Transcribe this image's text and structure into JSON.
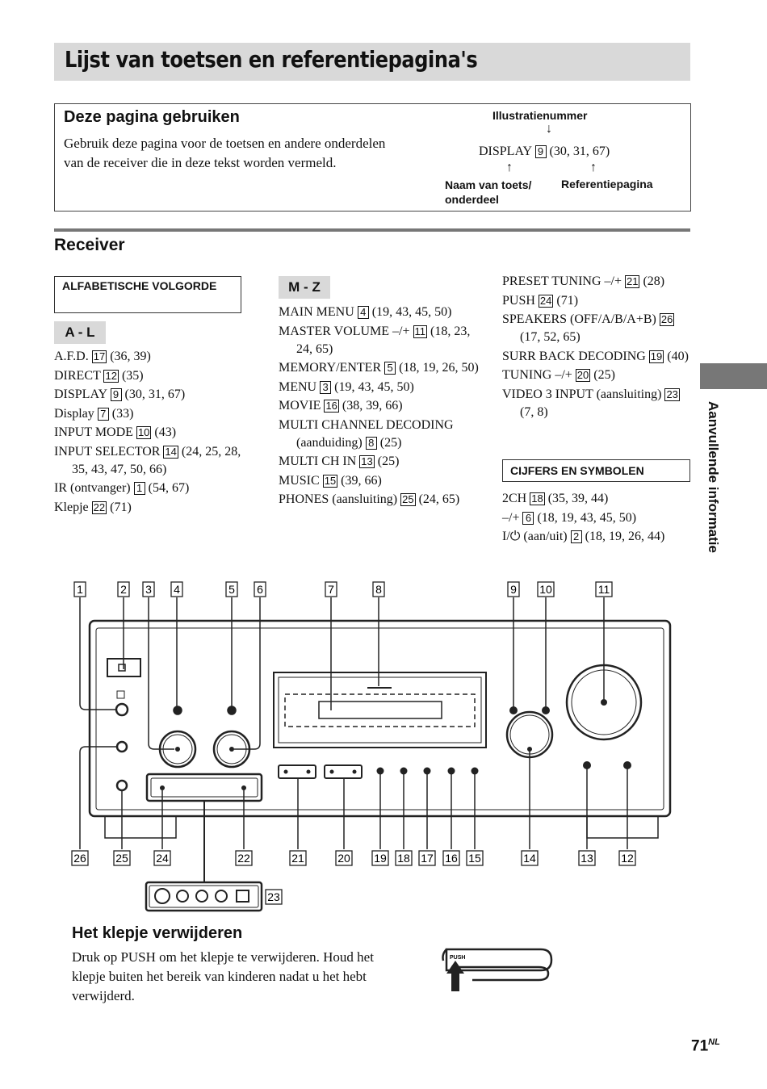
{
  "page_title": "Lijst van toetsen en referentiepagina's",
  "usage": {
    "heading": "Deze pagina gebruiken",
    "text": "Gebruik deze pagina voor de toetsen en andere onderdelen van de receiver die in deze tekst worden vermeld.",
    "illustration_number_label": "Illustratienummer",
    "example_name": "DISPLAY",
    "example_num": "9",
    "example_pages": "(30, 31, 67)",
    "key_name_label_line1": "Naam van toets/",
    "key_name_label_line2": "onderdeel",
    "reference_page_label": "Referentiepagina"
  },
  "section_title": "Receiver",
  "alpha_label": "ALFABETISCHE VOLGORDE",
  "col1": {
    "label": "A - L",
    "entries": [
      {
        "name": "A.F.D.",
        "num": "17",
        "pages": "(36, 39)"
      },
      {
        "name": "DIRECT",
        "num": "12",
        "pages": "(35)"
      },
      {
        "name": "DISPLAY",
        "num": "9",
        "pages": "(30, 31, 67)"
      },
      {
        "name": "Display",
        "num": "7",
        "pages": "(33)"
      },
      {
        "name": "INPUT MODE",
        "num": "10",
        "pages": "(43)"
      },
      {
        "name": "INPUT SELECTOR",
        "num": "14",
        "pages": "(24, 25, 28, 35, 43, 47, 50, 66)"
      },
      {
        "name": "IR (ontvanger)",
        "num": "1",
        "pages": "(54, 67)"
      },
      {
        "name": "Klepje",
        "num": "22",
        "pages": "(71)"
      }
    ]
  },
  "col2": {
    "label": "M - Z",
    "entries": [
      {
        "name": "MAIN MENU",
        "num": "4",
        "pages": "(19, 43, 45, 50)"
      },
      {
        "name": "MASTER VOLUME –/+",
        "num": "11",
        "pages": "(18, 23, 24, 65)"
      },
      {
        "name": "MEMORY/ENTER",
        "num": "5",
        "pages": "(18, 19, 26, 50)"
      },
      {
        "name": "MENU",
        "num": "3",
        "pages": "(19, 43, 45, 50)"
      },
      {
        "name": "MOVIE",
        "num": "16",
        "pages": "(38, 39, 66)"
      },
      {
        "name": "MULTI CHANNEL DECODING (aanduiding)",
        "num": "8",
        "pages": "(25)"
      },
      {
        "name": "MULTI CH IN",
        "num": "13",
        "pages": "(25)"
      },
      {
        "name": "MUSIC",
        "num": "15",
        "pages": "(39, 66)"
      },
      {
        "name": "PHONES (aansluiting)",
        "num": "25",
        "pages": "(24, 65)"
      }
    ]
  },
  "col3": {
    "entries": [
      {
        "name": "PRESET TUNING –/+",
        "num": "21",
        "pages": "(28)"
      },
      {
        "name": "PUSH",
        "num": "24",
        "pages": "(71)"
      },
      {
        "name": "SPEAKERS (OFF/A/B/A+B)",
        "num": "26",
        "pages": "(17, 52, 65)"
      },
      {
        "name": "SURR BACK DECODING",
        "num": "19",
        "pages": "(40)"
      },
      {
        "name": "TUNING –/+",
        "num": "20",
        "pages": "(25)"
      },
      {
        "name": "VIDEO 3 INPUT (aansluiting)",
        "num": "23",
        "pages": "(7, 8)"
      }
    ],
    "symbols_label": "CIJFERS EN SYMBOLEN",
    "symbol_entries": [
      {
        "name": "2CH",
        "num": "18",
        "pages": "(35, 39, 44)"
      },
      {
        "name": "–/+",
        "num": "6",
        "pages": "(18, 19, 43, 45, 50)"
      },
      {
        "name": "I/⏻ (aan/uit)",
        "num": "2",
        "pages": "(18, 19, 26, 44)"
      }
    ]
  },
  "side_tab": "Aanvullende informatie",
  "diagram": {
    "callouts": [
      "1",
      "2",
      "3",
      "4",
      "5",
      "6",
      "7",
      "8",
      "9",
      "10",
      "11",
      "12",
      "13",
      "14",
      "15",
      "16",
      "17",
      "18",
      "19",
      "20",
      "21",
      "22",
      "23",
      "24",
      "25",
      "26"
    ],
    "push_label": "PUSH"
  },
  "flap": {
    "heading": "Het klepje verwijderen",
    "text": "Druk op PUSH om het klepje te verwijderen. Houd het klepje buiten het bereik van kinderen nadat u het hebt verwijderd."
  },
  "page_number": "71",
  "page_suffix": "NL"
}
